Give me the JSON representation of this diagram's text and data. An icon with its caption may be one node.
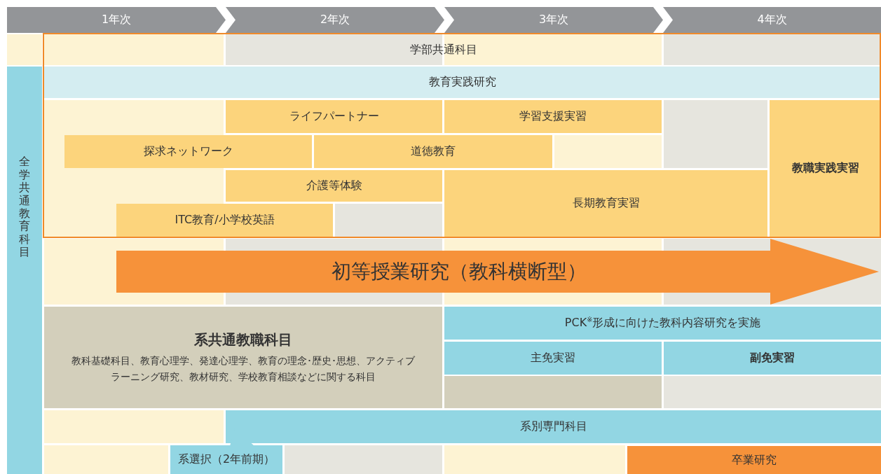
{
  "diagram": {
    "nodes": [
      {
        "text": [
          "1年次"
        ]
      },
      {
        "text": [
          "2年次"
        ]
      },
      {
        "text": [
          "3年次"
        ]
      },
      {
        "text": [
          "4年次"
        ]
      },
      {
        "text": [
          "学部共通科目"
        ]
      },
      {
        "text": [
          "全学共通教育科目"
        ]
      },
      {
        "text": [
          "教育実践研究"
        ]
      },
      {
        "text": [
          "ライフパートナー"
        ]
      },
      {
        "text": [
          "学習支援実習"
        ]
      },
      {
        "text": [
          "教職実践実習"
        ]
      },
      {
        "text": [
          "探求ネットワーク"
        ]
      },
      {
        "text": [
          "道徳教育"
        ]
      },
      {
        "text": [
          "介護等体験"
        ]
      },
      {
        "text": [
          "長期教育実習"
        ]
      },
      {
        "text": [
          "ITC教育/小学校英語"
        ]
      },
      {
        "text": [
          "初等授業研究（教科横断型）"
        ]
      },
      {
        "text": [
          "系共通教職科目",
          "教科基礎科目、教育心理学、発達心理学、教育の理念･歴史･思想、アクティブラーニング研究、教材研究、学校教育相談などに関する科目"
        ]
      },
      {
        "text": [
          "PCK$^{※}$形成に向けた教科内容研究を実施"
        ]
      },
      {
        "text": [
          "主免実習"
        ]
      },
      {
        "text": [
          "副免実習"
        ]
      },
      {
        "text": [
          "系別専門科目"
        ]
      },
      {
        "text": [
          "系選択（2年前期）"
        ]
      },
      {
        "text": [
          "卒業研究"
        ]
      }
    ]
  }
}
